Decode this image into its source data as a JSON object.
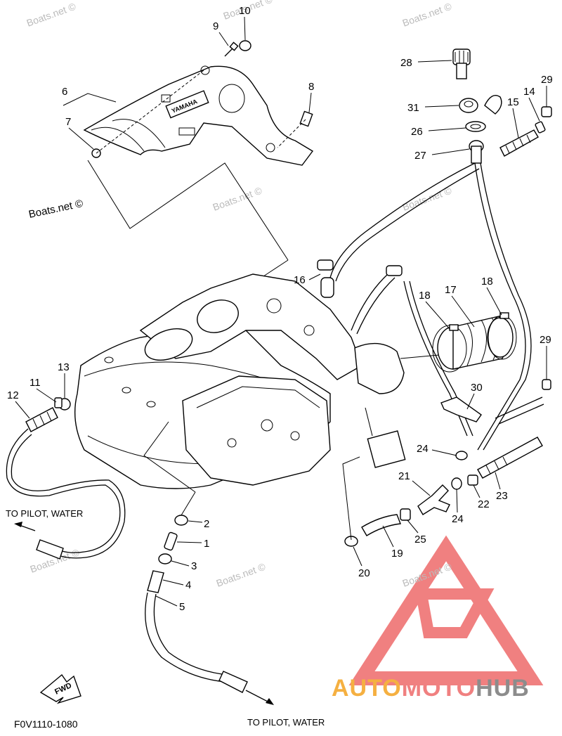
{
  "diagram": {
    "code": "F0V1110-1080",
    "notes": {
      "pilot_water_left": "TO PILOT, WATER",
      "pilot_water_bottom": "TO PILOT, WATER"
    },
    "fwd_label": "FWD",
    "cover_brand": "YAMAHA",
    "watermark": "Boats.net ©",
    "logo": {
      "text": "AUTOMOTOHUB",
      "part1": "AUTO",
      "part2": "MOTO",
      "part3": "HUB",
      "color_red": "#f08080",
      "color_orange": "#f5b041",
      "color_gray": "#8c8c8c"
    },
    "callouts": [
      "1",
      "2",
      "3",
      "4",
      "5",
      "6",
      "7",
      "8",
      "9",
      "10",
      "11",
      "12",
      "13",
      "14",
      "15",
      "16",
      "17",
      "18",
      "19",
      "20",
      "21",
      "22",
      "23",
      "24",
      "25",
      "26",
      "27",
      "28",
      "29",
      "30",
      "31"
    ]
  }
}
